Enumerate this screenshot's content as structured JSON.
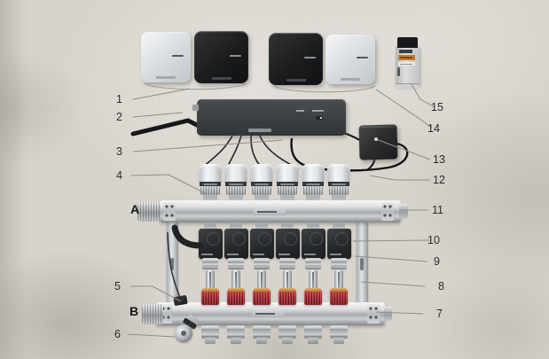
{
  "callouts": {
    "labels": [
      "1",
      "2",
      "3",
      "4",
      "5",
      "6",
      "7",
      "8",
      "9",
      "10",
      "11",
      "12",
      "13",
      "14",
      "15"
    ]
  },
  "row_labels": {
    "top": "A",
    "bottom": "B"
  },
  "manifold": {
    "loops": 6
  },
  "thermostats": {
    "variants": [
      "white",
      "black",
      "black",
      "white"
    ]
  },
  "colors": {
    "paper": "#d8d4cd",
    "steel": "#c9ccce",
    "flow_meter_red": "#c2252b",
    "flow_meter_ring_amber": "#cf9a55",
    "device_black": "#1b1d1f",
    "device_white": "#e8eaec",
    "wiring_centre_gray": "#3e4144",
    "leader_line": "#8e8e88",
    "callout_text": "#2b2b2b"
  }
}
